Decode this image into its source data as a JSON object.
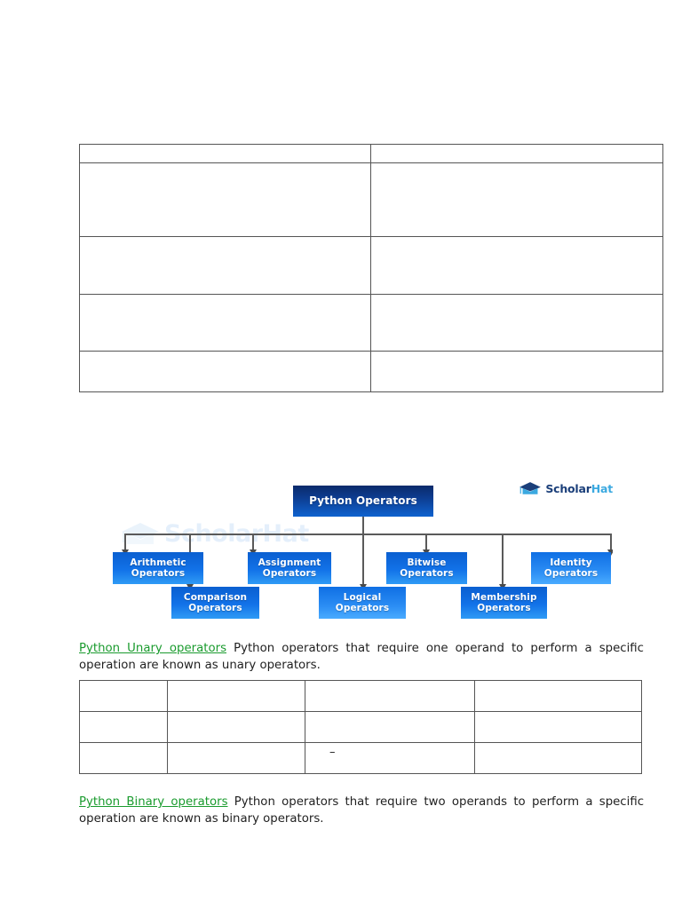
{
  "document": {
    "tables": {
      "operators_table": {
        "name": "operators-table",
        "columns": [
          "",
          ""
        ],
        "rows": [
          [
            "",
            ""
          ],
          [
            "",
            ""
          ],
          [
            "",
            ""
          ],
          [
            "",
            ""
          ],
          [
            "",
            ""
          ]
        ]
      },
      "unary_table": {
        "name": "unary-operators-table",
        "columns": [
          "",
          "",
          "",
          ""
        ],
        "rows": [
          [
            "",
            "",
            "",
            ""
          ],
          [
            "",
            "",
            "",
            ""
          ],
          [
            "",
            "",
            "–",
            ""
          ]
        ]
      }
    },
    "paragraphs": {
      "unary": {
        "link_text": "Python Unary operators",
        "body_text": " Python operators that require one operand to perform a specific operation are known as unary operators."
      },
      "binary": {
        "link_text": "Python Binary operators",
        "body_text": " Python operators that require two operands to perform a specific operation are known as binary operators."
      }
    }
  },
  "diagram": {
    "name": "python-operators-hierarchy",
    "root": {
      "label": "Python Operators"
    },
    "children": [
      {
        "label": "Arithmetic Operators",
        "row": "upper"
      },
      {
        "label": "Comparison Operators",
        "row": "lower"
      },
      {
        "label": "Assignment Operators",
        "row": "upper"
      },
      {
        "label": "Logical Operators",
        "row": "lower"
      },
      {
        "label": "Bitwise Operators",
        "row": "upper"
      },
      {
        "label": "Membership Operators",
        "row": "lower"
      },
      {
        "label": "Identity Operators",
        "row": "upper"
      }
    ],
    "watermark": {
      "text": "ScholarHat"
    },
    "logo": {
      "scholar": "Scholar",
      "hat": "Hat"
    }
  },
  "colors": {
    "link_green": "#1a9b2e",
    "root_box_dark": "#0a2a6b",
    "root_box_light": "#0e62cf",
    "child_box_dark": "#0a5fd0",
    "child_box_light": "#2f9bf5",
    "table_border": "#555555",
    "connector": "#5a5a5a",
    "logo_scholar": "#1b3f7a",
    "logo_hat": "#3ba9e0"
  }
}
